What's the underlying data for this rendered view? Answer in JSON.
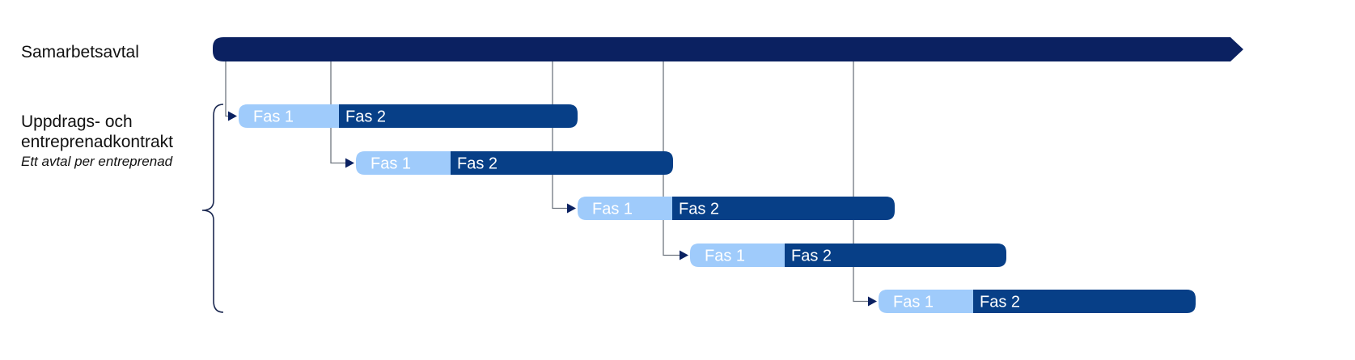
{
  "agreement": {
    "label": "Samarbetsavtal"
  },
  "contracts": {
    "label_line1": "Uppdrags- och",
    "label_line2": "entreprenadkontrakt",
    "sublabel": "Ett avtal per entreprenad",
    "items": [
      {
        "phase1": "Fas 1",
        "phase2": "Fas 2"
      },
      {
        "phase1": "Fas 1",
        "phase2": "Fas 2"
      },
      {
        "phase1": "Fas 1",
        "phase2": "Fas 2"
      },
      {
        "phase1": "Fas 1",
        "phase2": "Fas 2"
      },
      {
        "phase1": "Fas 1",
        "phase2": "Fas 2"
      }
    ]
  },
  "colors": {
    "agreement_bar": "#0b2161",
    "phase1": "#9fcbfb",
    "phase2": "#073f87",
    "connector": "#6f7680",
    "brace": "#1d2a52",
    "phase_text": "#ffffff"
  }
}
